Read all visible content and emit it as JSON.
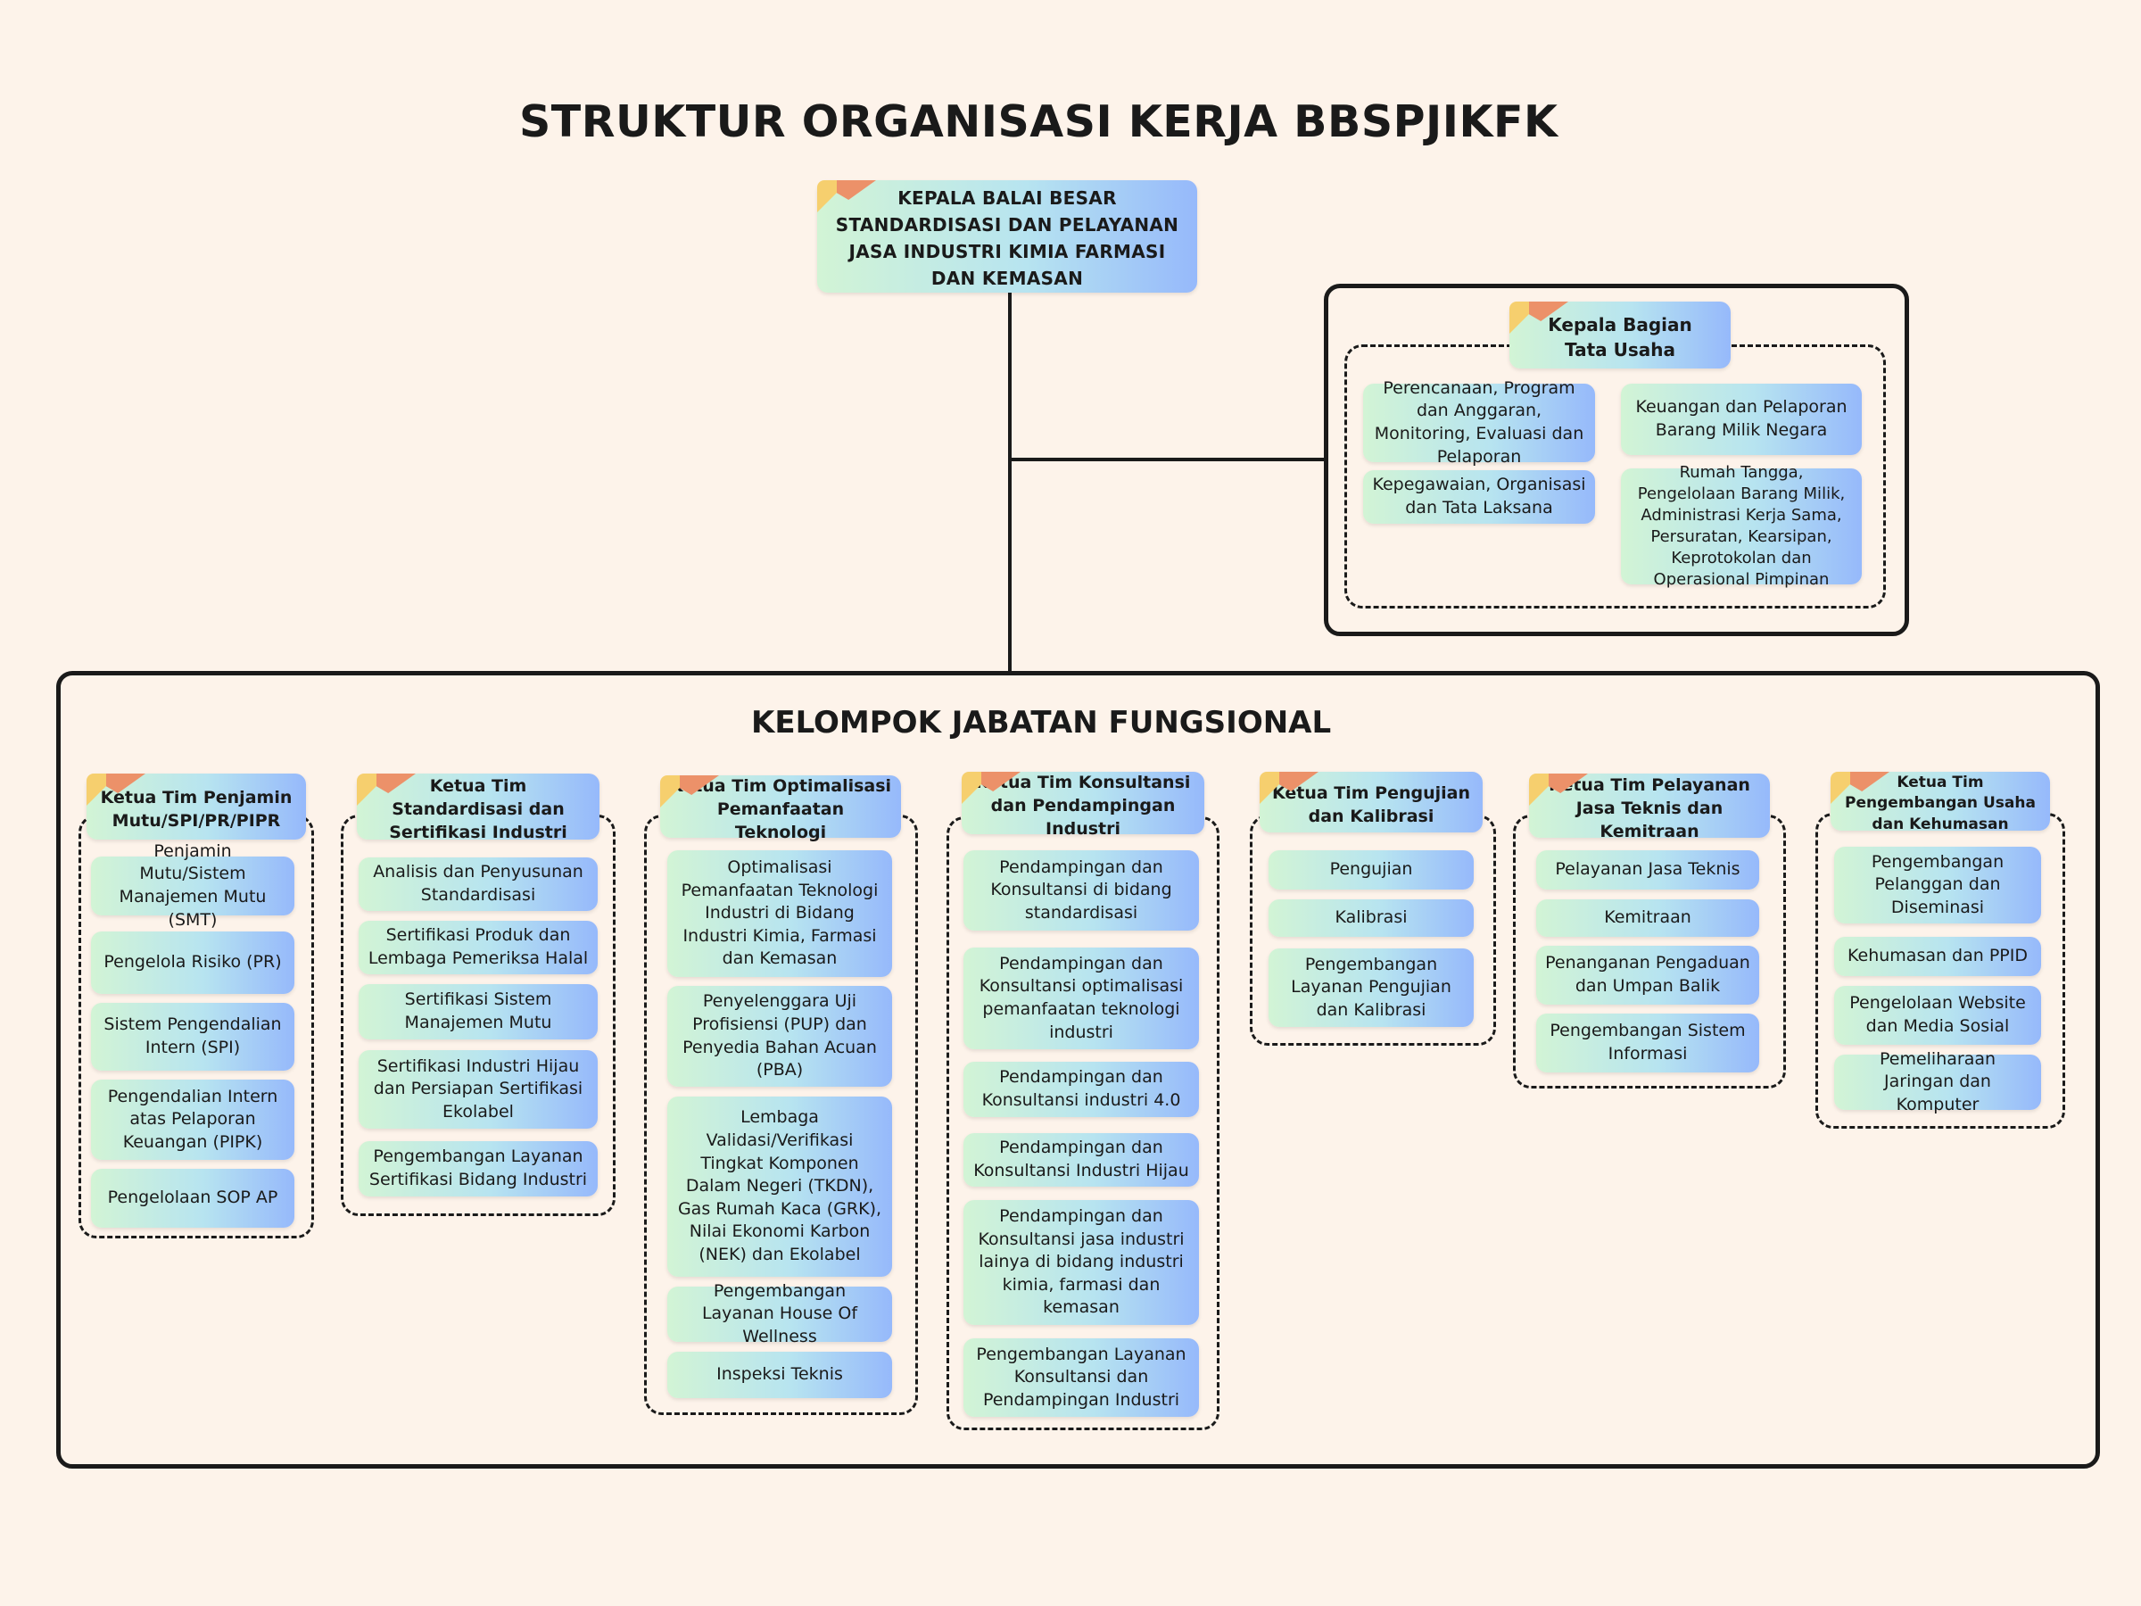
{
  "title": "STRUKTUR ORGANISASI KERJA BBSPJIKFK",
  "top": {
    "line1": "KEPALA BALAI BESAR",
    "line2": "STANDARDISASI DAN PELAYANAN",
    "line3": "JASA INDUSTRI KIMIA FARMASI",
    "line4": "DAN KEMASAN"
  },
  "tata_usaha": {
    "head_line1": "Kepala Bagian",
    "head_line2": "Tata Usaha",
    "items": [
      "Perencanaan, Program dan Anggaran, Monitoring, Evaluasi dan Pelaporan",
      "Kepegawaian, Organisasi dan Tata Laksana",
      "Keuangan dan Pelaporan Barang Milik Negara",
      "Rumah Tangga, Pengelolaan Barang Milik, Administrasi Kerja Sama, Persuratan, Kearsipan, Keprotokolan dan Operasional Pimpinan"
    ]
  },
  "fungsional": {
    "title": "KELOMPOK JABATAN FUNGSIONAL",
    "teams": [
      {
        "head": "Ketua Tim Penjamin Mutu/SPI/PR/PIPR",
        "items": [
          "Penjamin Mutu/Sistem Manajemen Mutu (SMT)",
          "Pengelola Risiko (PR)",
          "Sistem Pengendalian Intern (SPI)",
          "Pengendalian Intern atas Pelaporan Keuangan (PIPK)",
          "Pengelolaan SOP AP"
        ]
      },
      {
        "head": "Ketua Tim Standardisasi dan Sertifikasi Industri",
        "items": [
          "Analisis dan Penyusunan Standardisasi",
          "Sertifikasi Produk dan Lembaga Pemeriksa Halal",
          "Sertifikasi Sistem Manajemen Mutu",
          "Sertifikasi Industri Hijau dan Persiapan Sertifikasi Ekolabel",
          "Pengembangan Layanan Sertifikasi Bidang Industri"
        ]
      },
      {
        "head": "Ketua Tim Optimalisasi Pemanfaatan Teknologi",
        "items": [
          "Optimalisasi Pemanfaatan Teknologi Industri  di Bidang Industri Kimia, Farmasi dan Kemasan",
          "Penyelenggara Uji Profisiensi (PUP) dan Penyedia Bahan Acuan (PBA)",
          "Lembaga Validasi/Verifikasi Tingkat Komponen Dalam Negeri (TKDN), Gas Rumah Kaca (GRK), Nilai Ekonomi Karbon (NEK) dan Ekolabel",
          "Pengembangan Layanan House Of Wellness",
          "Inspeksi Teknis"
        ]
      },
      {
        "head": "Ketua Tim Konsultansi dan Pendampingan Industri",
        "items": [
          "Pendampingan dan Konsultansi di bidang standardisasi",
          "Pendampingan dan Konsultansi optimalisasi pemanfaatan teknologi industri",
          "Pendampingan dan Konsultansi industri 4.0",
          "Pendampingan dan Konsultansi Industri Hijau",
          "Pendampingan dan Konsultansi jasa industri lainya di bidang industri kimia, farmasi dan kemasan",
          "Pengembangan Layanan Konsultansi dan Pendampingan Industri"
        ]
      },
      {
        "head": "Ketua Tim Pengujian dan Kalibrasi",
        "items": [
          "Pengujian",
          "Kalibrasi",
          "Pengembangan Layanan Pengujian dan Kalibrasi"
        ]
      },
      {
        "head": "Ketua Tim Pelayanan Jasa Teknis dan Kemitraan",
        "items": [
          "Pelayanan Jasa Teknis",
          "Kemitraan",
          "Penanganan Pengaduan dan Umpan Balik",
          "Pengembangan Sistem Informasi"
        ]
      },
      {
        "head": "Ketua Tim Pengembangan Usaha dan Kehumasan",
        "items": [
          "Pengembangan Pelanggan dan Diseminasi",
          "Kehumasan dan PPID",
          "Pengelolaan Website dan Media Sosial",
          "Pemeliharaan Jaringan dan Komputer"
        ]
      }
    ]
  }
}
